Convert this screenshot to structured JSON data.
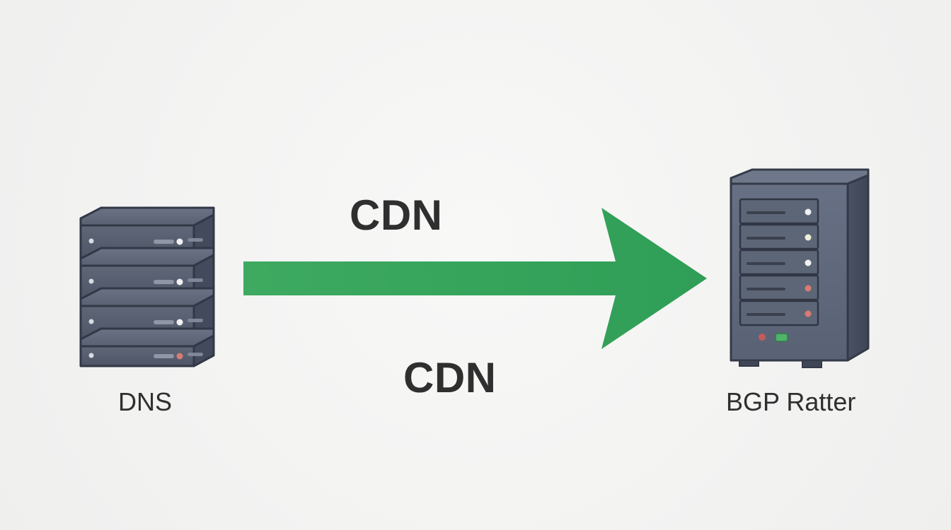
{
  "labels": {
    "cdn_top": "CDN",
    "cdn_bottom": "CDN",
    "left_node": "DNS",
    "right_node": "BGP Ratter"
  },
  "icons": {
    "left_node_icon": "server-stack-icon",
    "right_node_icon": "server-tower-icon",
    "connector_icon": "arrow-right-icon"
  },
  "colors": {
    "background": "#f4f4f3",
    "arrow": "#35a45d",
    "server_dark": "#4a5262",
    "server_light": "#5e6677",
    "text": "#2f2f2f",
    "led_white": "#f1f1f1",
    "led_red": "#d97b72",
    "led_green": "#51b36b"
  }
}
